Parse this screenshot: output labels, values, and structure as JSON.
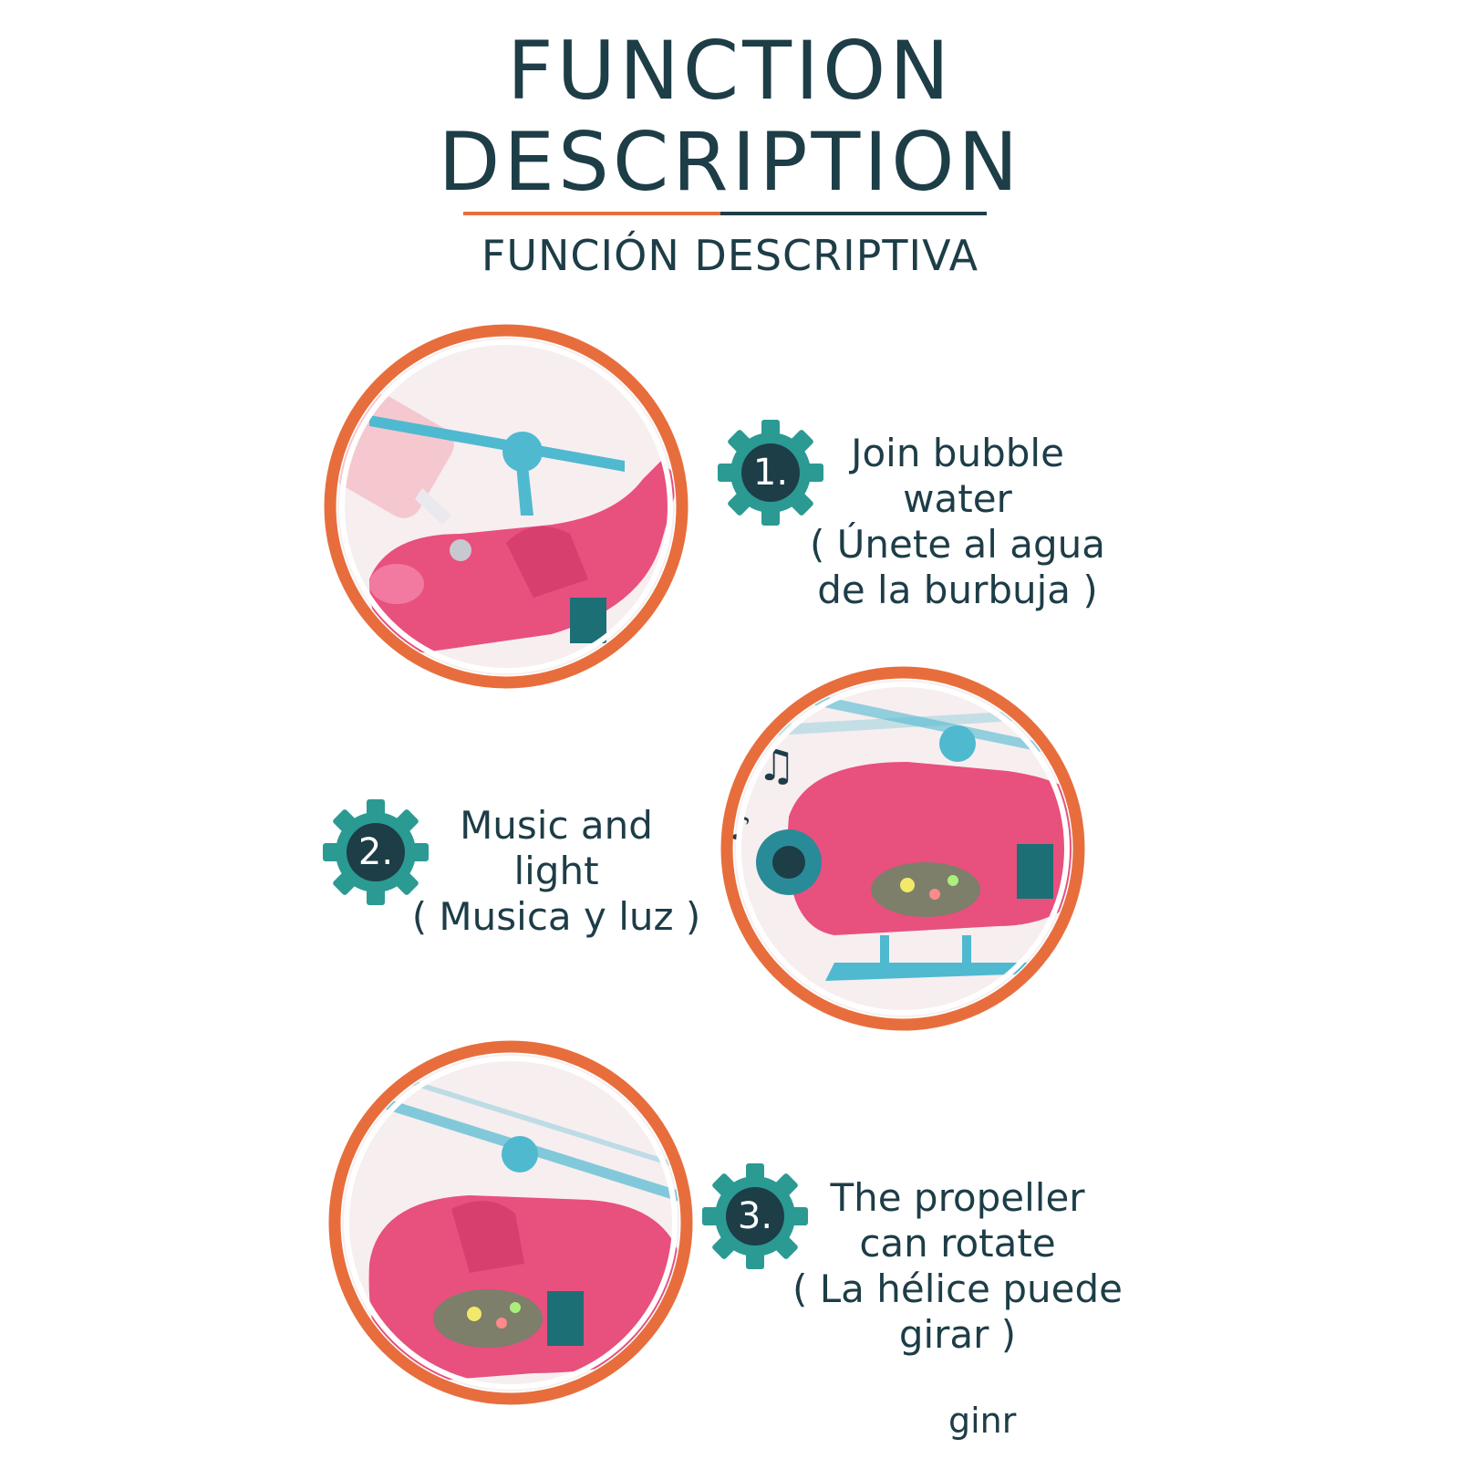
{
  "header": {
    "title_line1": "FUNCTION",
    "title_line2": "DESCRIPTION",
    "subtitle": "FUNCIÓN DESCRIPTIVA"
  },
  "colors": {
    "accent_orange": "#e76e3c",
    "dark_teal": "#1d3d47",
    "gear_teal": "#2a9a93",
    "toy_pink": "#e8507e",
    "toy_blue": "#4fb9d0"
  },
  "features": [
    {
      "number": "1.",
      "line1": "Join bubble",
      "line2": "water",
      "line3": "( Únete al agua",
      "line4": "de la burbuja )"
    },
    {
      "number": "2.",
      "line1": "Music and",
      "line2": "light",
      "line3": "( Musica y luz )"
    },
    {
      "number": "3.",
      "line1": "The propeller",
      "line2": "can rotate",
      "line3": "( La hélice puede",
      "line4": "girar )"
    }
  ],
  "stray_text": "ginr"
}
